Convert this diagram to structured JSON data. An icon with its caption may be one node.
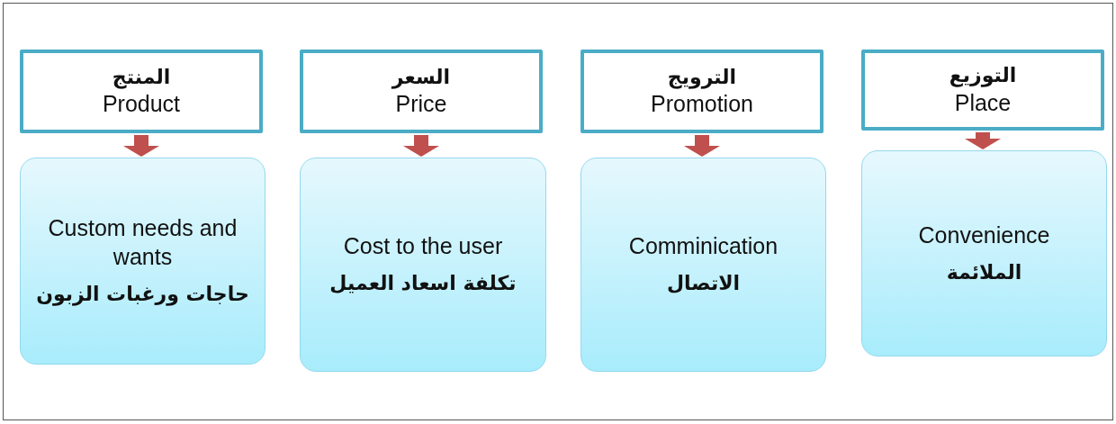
{
  "diagram": {
    "nodes": [
      {
        "text": [
          "المنتج",
          "Product"
        ]
      },
      {
        "text": [
          "السعر",
          "Price"
        ]
      },
      {
        "text": [
          "الترويج",
          "Promotion"
        ]
      },
      {
        "text": [
          "التوزيع",
          "Place"
        ]
      },
      {
        "text": [
          "Custom needs and wants",
          "حاجات ورغبات الزبون"
        ]
      },
      {
        "text": [
          "Cost to the user",
          "تكلفة اسعاد العميل"
        ]
      },
      {
        "text": [
          "Comminication",
          "الاتصال"
        ]
      },
      {
        "text": [
          "Convenience",
          "الملائمة"
        ]
      }
    ],
    "edges": [
      {
        "from": 0,
        "to": 4,
        "arrow": "to"
      },
      {
        "from": 1,
        "to": 5,
        "arrow": "to"
      },
      {
        "from": 2,
        "to": 6,
        "arrow": "to"
      },
      {
        "from": 3,
        "to": 7,
        "arrow": "to"
      }
    ]
  }
}
